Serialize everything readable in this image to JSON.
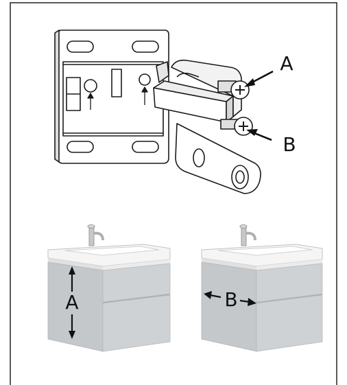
{
  "diagram": {
    "hinge_labels": {
      "a": "A",
      "b": "B"
    },
    "cabinet_left_label": "A",
    "cabinet_right_label": "B"
  },
  "colors": {
    "line": "#1a1a1a",
    "plate_fill": "#ffffff",
    "shadow_fill": "#bfbfbf",
    "cabinet_body": "#c9cccf",
    "cabinet_side": "#b9bcc0",
    "cabinet_top": "#e9eaeb",
    "basin": "#f7f7f7",
    "tap": "#bdbdbd"
  }
}
